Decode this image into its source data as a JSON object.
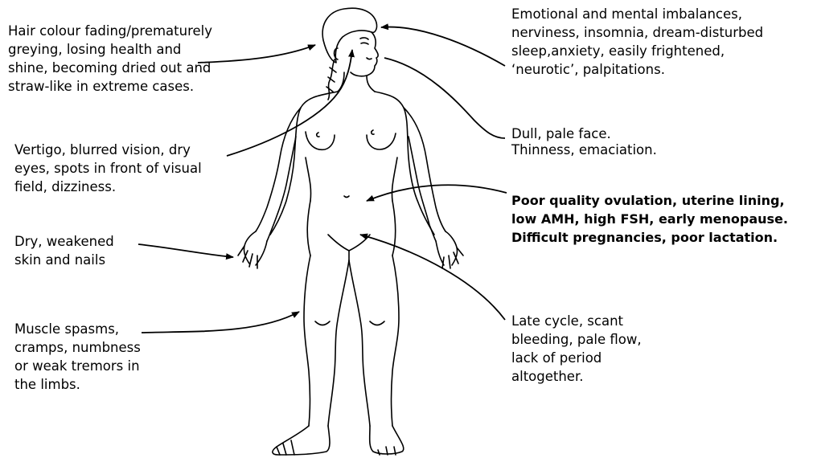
{
  "labels": {
    "hair": [
      "Hair colour fading/prematurely",
      "greying, losing health and",
      "shine, becoming dried out and",
      "straw-like in extreme cases."
    ],
    "emotional": [
      "Emotional and mental imbalances,",
      "nerviness, insomnia, dream-disturbed",
      "sleep,anxiety, easily frightened,",
      "‘neurotic’, palpitations."
    ],
    "vision": [
      "Vertigo, blurred vision, dry",
      "eyes, spots in front of visual",
      "field, dizziness."
    ],
    "face": [
      "Dull, pale face.",
      "Thinness, emaciation."
    ],
    "fertility": [
      "Poor quality ovulation, uterine lining,",
      "low AMH, high FSH, early menopause.",
      "Difficult pregnancies, poor lactation."
    ],
    "skin": [
      "Dry, weakened",
      "skin and nails"
    ],
    "muscle": [
      "Muscle spasms,",
      "cramps, numbness",
      "or weak tremors in",
      "the limbs."
    ],
    "cycle": [
      "Late cycle, scant",
      "bleeding, pale flow,",
      "lack of period",
      "altogether."
    ]
  }
}
